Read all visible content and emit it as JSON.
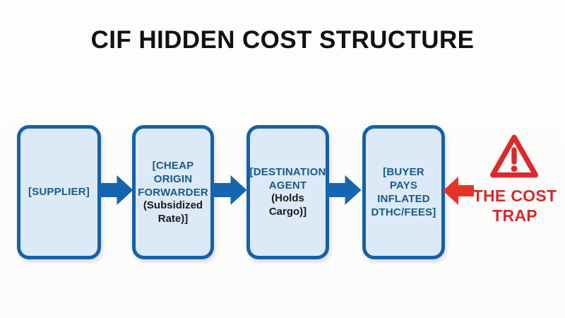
{
  "title": "CIF HIDDEN COST STRUCTURE",
  "flow": {
    "boxes": [
      {
        "name": "supplier",
        "primary": "[SUPPLIER]",
        "secondary": ""
      },
      {
        "name": "cheap-origin-forwarder",
        "primary": "[CHEAP\nORIGIN\nFORWARDER",
        "secondary": "(Subsidized\nRate)]"
      },
      {
        "name": "destination-agent",
        "primary": "[DESTINATION\nAGENT",
        "secondary": "(Holds Cargo)]"
      },
      {
        "name": "buyer-pays-inflated",
        "primary": "[BUYER\nPAYS\nINFLATED\nDTHC/FEES]",
        "secondary": ""
      }
    ],
    "connector_icon": "right-arrow-icon"
  },
  "cost_trap": {
    "label": "THE COST\nTRAP",
    "warning_icon": "warning-triangle-icon",
    "arrow_icon": "left-arrow-icon"
  },
  "colors": {
    "background": "#fcfcfa",
    "title_text": "#111111",
    "box_fill": "#dce9f7",
    "box_border": "#1561a8",
    "box_text_blue": "#175c86",
    "box_text_dark": "#1b1b1b",
    "arrow_blue": "#1565b0",
    "alert_red": "#d92b2b",
    "arrow_red": "#e63327",
    "cost_trap_text_red": "#d7282d"
  }
}
